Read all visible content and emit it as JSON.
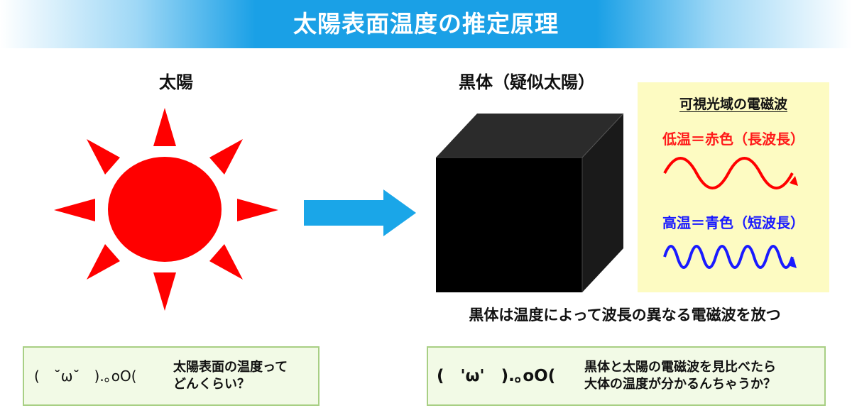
{
  "header": {
    "title": "太陽表面温度の推定原理"
  },
  "sun": {
    "label": "太陽"
  },
  "blackbody": {
    "label": "黒体（疑似太陽）",
    "caption": "黒体は温度によって波長の異なる電磁波を放つ"
  },
  "spectrum": {
    "title": "可視光域の電磁波",
    "low": "低温＝赤色（長波長）",
    "high": "高温＝青色（短波長）"
  },
  "bubbles": {
    "left": {
      "face": "(　˘ω˘　).｡oO(",
      "line1": "太陽表面の温度って",
      "line2": "どんくらい？"
    },
    "right": {
      "face": "(　'ω'　).｡oO(",
      "line1": "黒体と太陽の電磁波を見比べたら",
      "line2": "大体の温度が分かるんちゃうか？"
    }
  },
  "colors": {
    "sun": "#ff0000",
    "arrow": "#1aa6e8",
    "cube_front": "#000000",
    "cube_top": "#2b2b2b",
    "cube_side": "#1a1a1a",
    "wave_red": "#ff0000",
    "wave_blue": "#1a1aff"
  }
}
